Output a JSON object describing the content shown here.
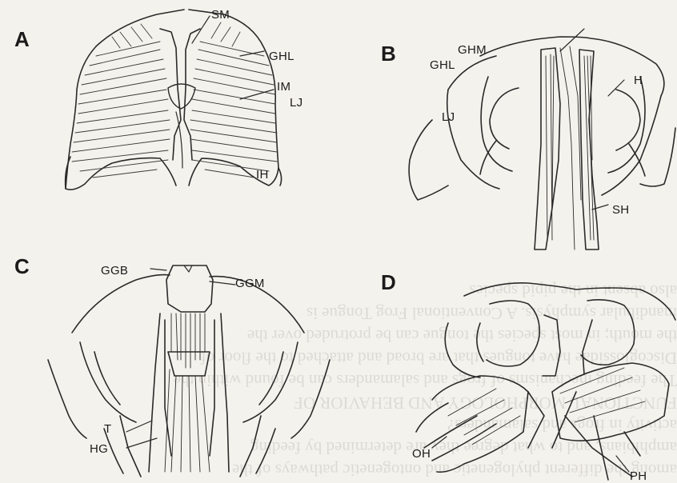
{
  "panels": [
    {
      "letter": "A",
      "labels": {
        "SM": "SM",
        "GHL": "GHL",
        "IM": "IM",
        "LJ": "LJ",
        "IH": "IH"
      }
    },
    {
      "letter": "B",
      "labels": {
        "GHM": "GHM",
        "GHL": "GHL",
        "H": "H",
        "LJ": "LJ",
        "SH": "SH"
      }
    },
    {
      "letter": "C",
      "labels": {
        "GGB": "GGB",
        "GGM": "GGM",
        "T": "T",
        "HG": "HG"
      }
    },
    {
      "letter": "D",
      "labels": {
        "OH": "OH",
        "PH": "PH"
      }
    }
  ],
  "bleed_through_text": [
    "among the different phylogenetic and ontogenetic pathways of the",
    "amphibians, and to what degree they are determined by feeding",
    "activity in frogs and salamanders?",
    "FUNCTIONAL MORPHOLOGY AND BEHAVIOR OF",
    "The feeding mechanisms of frogs and salamanders can be found within the",
    "Discoglossidae have tongues that are broad and attached to the floor of",
    "the mouth; in most species the tongue can be protruded over the",
    "mandibular symphysis. A Conventional Frog Tongue is",
    "also absent in the pipid species"
  ]
}
